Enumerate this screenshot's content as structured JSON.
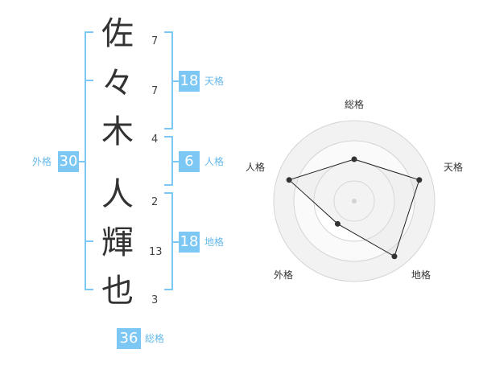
{
  "name": {
    "chars": [
      {
        "char": "佐",
        "strokes": "7"
      },
      {
        "char": "々",
        "strokes": "7"
      },
      {
        "char": "木",
        "strokes": "4"
      },
      {
        "char": "人",
        "strokes": "2"
      },
      {
        "char": "輝",
        "strokes": "13"
      },
      {
        "char": "也",
        "strokes": "3"
      }
    ]
  },
  "kaku": {
    "tenkaku": {
      "label": "天格",
      "value": "18"
    },
    "jinkaku": {
      "label": "人格",
      "value": "6"
    },
    "chikaku": {
      "label": "地格",
      "value": "18"
    },
    "gaikaku": {
      "label": "外格",
      "value": "30"
    },
    "soukaku": {
      "label": "総格",
      "value": "36"
    }
  },
  "colors": {
    "accent": "#7cc7f4",
    "label": "#66b8ea",
    "text": "#333333"
  },
  "chart_data": {
    "type": "radar",
    "axes": [
      "総格",
      "天格",
      "地格",
      "外格",
      "人格"
    ],
    "values": [
      0.52,
      0.85,
      0.85,
      0.35,
      0.85
    ],
    "range": [
      0,
      1
    ],
    "rings": 4
  }
}
